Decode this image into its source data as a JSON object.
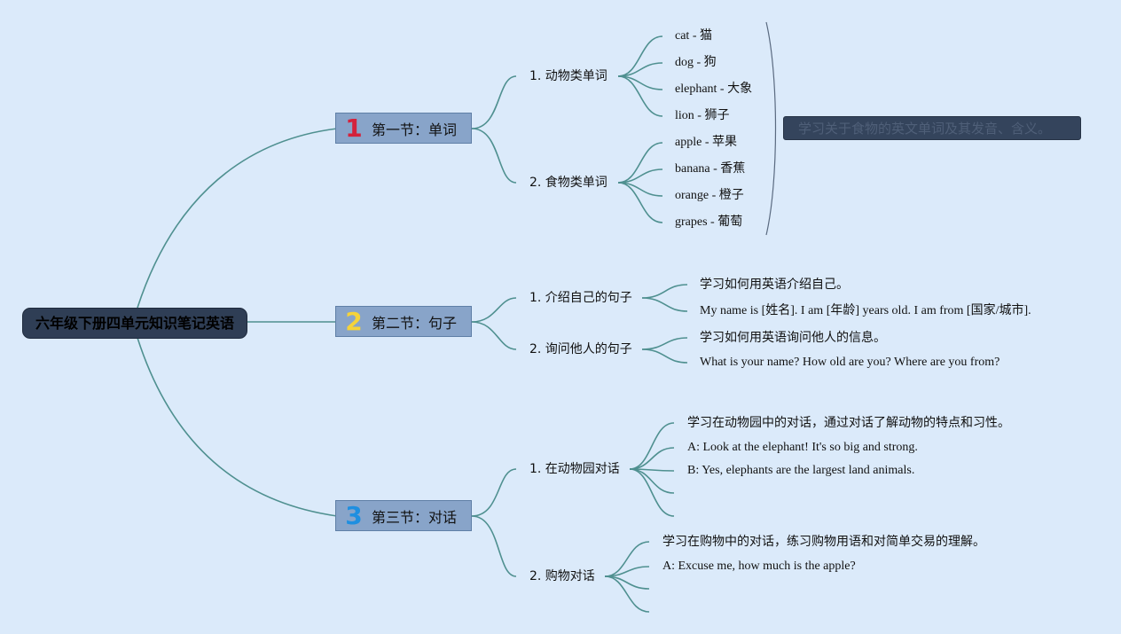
{
  "root": "六年级下册四单元知识笔记英语",
  "colors": {
    "edge": "#4f9090",
    "num1": "#d4223c",
    "num2": "#f5d33a",
    "num3": "#1f8fe0"
  },
  "sections": [
    {
      "num": "1",
      "title": "第一节：单词",
      "subs": [
        {
          "label": "1. 动物类单词",
          "items": [
            "cat - 猫",
            "dog - 狗",
            "elephant - 大象",
            "lion - 狮子"
          ]
        },
        {
          "label": "2. 食物类单词",
          "items": [
            "apple - 苹果",
            "banana - 香蕉",
            "orange - 橙子",
            "grapes - 葡萄"
          ]
        }
      ],
      "summary": "学习关于食物的英文单词及其发音、含义。"
    },
    {
      "num": "2",
      "title": "第二节：句子",
      "subs": [
        {
          "label": "1. 介绍自己的句子",
          "items": [
            "学习如何用英语介绍自己。",
            "My name is [姓名]. I am [年龄] years old. I am from [国家/城市]."
          ]
        },
        {
          "label": "2. 询问他人的句子",
          "items": [
            "学习如何用英语询问他人的信息。",
            "What is your name? How old are you? Where are you from?"
          ]
        }
      ]
    },
    {
      "num": "3",
      "title": "第三节：对话",
      "subs": [
        {
          "label": "1. 在动物园对话",
          "items": [
            "学习在动物园中的对话，通过对话了解动物的特点和习性。",
            "A: Look at the elephant! It's so big and strong.",
            "B: Yes, elephants are the largest land animals.",
            "",
            ""
          ]
        },
        {
          "label": "2. 购物对话",
          "items": [
            "学习在购物中的对话，练习购物用语和对简单交易的理解。",
            "A: Excuse me, how much is the apple?",
            "",
            ""
          ]
        }
      ]
    }
  ]
}
